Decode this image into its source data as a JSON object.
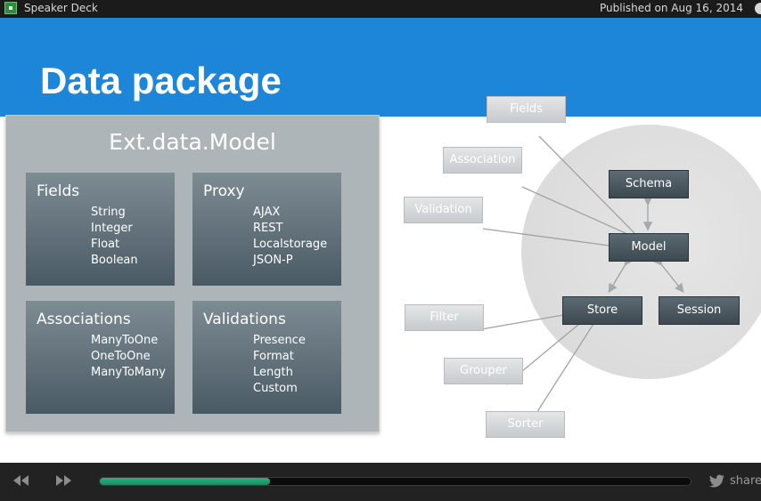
{
  "topbar": {
    "title": "Speaker Deck",
    "published": "Published on Aug 16, 2014"
  },
  "slide": {
    "title": "Data package",
    "model_box": {
      "title": "Ext.data.Model",
      "cards": [
        {
          "title": "Fields",
          "items": [
            "String",
            "Integer",
            "Float",
            "Boolean"
          ]
        },
        {
          "title": "Proxy",
          "items": [
            "AJAX",
            "REST",
            "Localstorage",
            "JSON-P"
          ]
        },
        {
          "title": "Associations",
          "items": [
            "ManyToOne",
            "OneToOne",
            "ManyToMany"
          ]
        },
        {
          "title": "Validations",
          "items": [
            "Presence",
            "Format",
            "Length",
            "Custom"
          ]
        }
      ]
    },
    "diagram": {
      "outer_nodes": [
        "Fields",
        "Association",
        "Validation",
        "Filter",
        "Grouper",
        "Sorter"
      ],
      "inner_nodes": [
        "Schema",
        "Model",
        "Store",
        "Session"
      ]
    }
  },
  "player": {
    "progress_fraction": 0.288,
    "share_label": "share",
    "icons": [
      "rewind-icon",
      "fast-forward-icon",
      "twitter-bird-icon"
    ]
  },
  "colors": {
    "banner": "#1e86d8",
    "progress": "#2fb080",
    "node_dark": "#4a5760",
    "card": "#5e6d76"
  }
}
